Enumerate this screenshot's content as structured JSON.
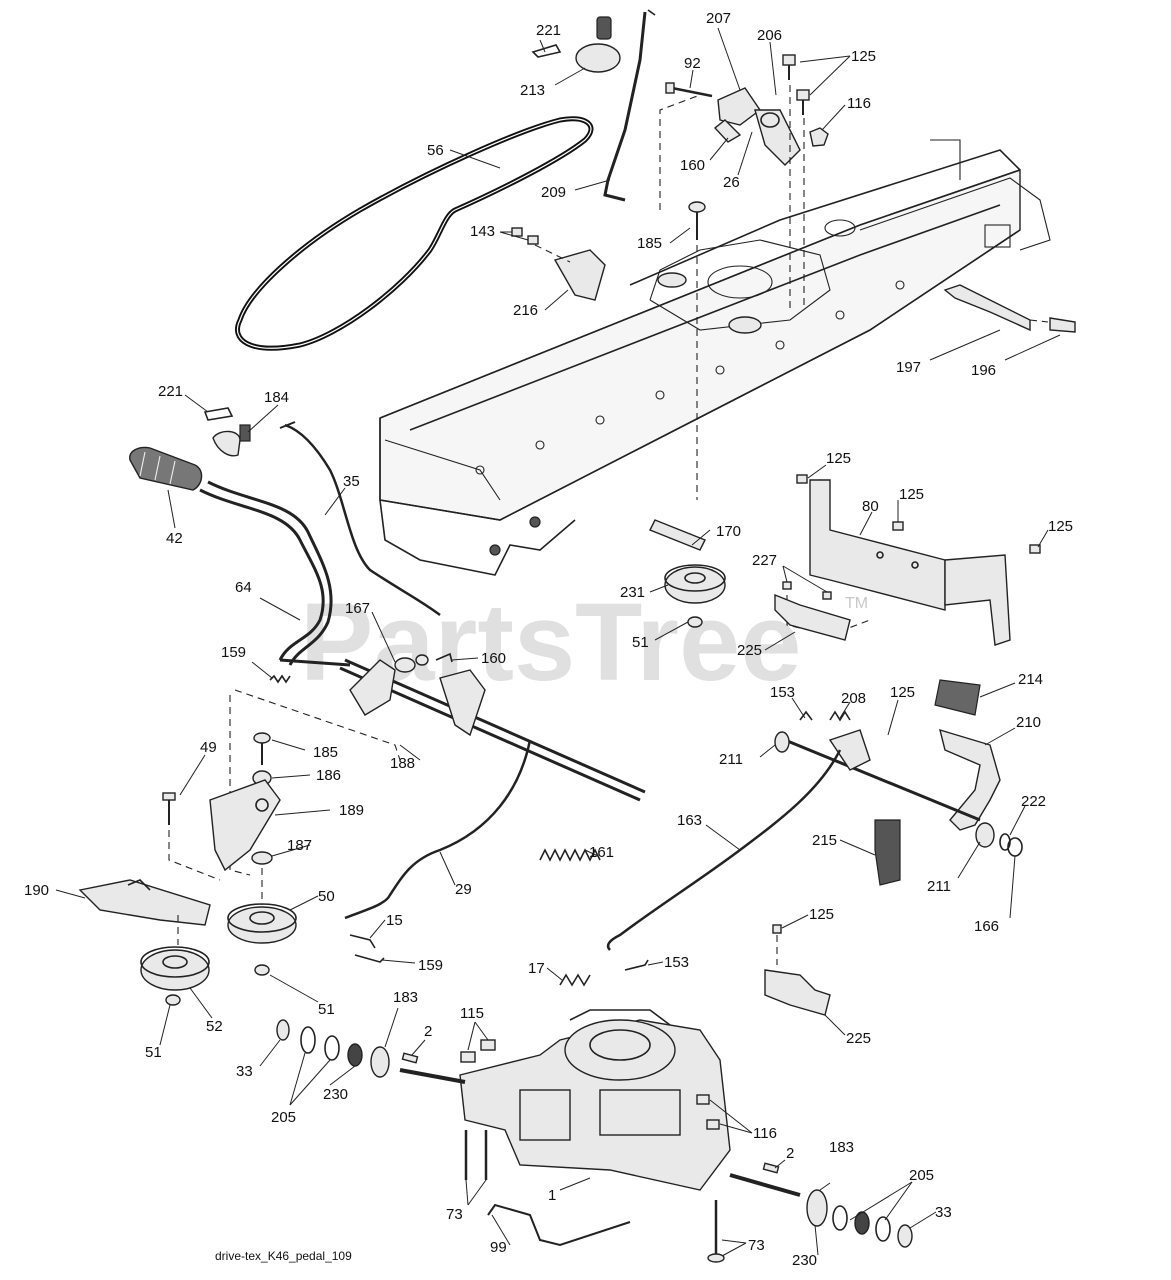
{
  "watermark": "PartsTree",
  "watermark_tm": "TM",
  "caption": "drive-tex_K46_pedal_109",
  "callouts": {
    "c221a": "221",
    "c213": "213",
    "c207": "207",
    "c206": "206",
    "c125a": "125",
    "c92": "92",
    "c116a": "116",
    "c160a": "160",
    "c26": "26",
    "c56": "56",
    "c209": "209",
    "c185a": "185",
    "c143": "143",
    "c216": "216",
    "c197": "197",
    "c196": "196",
    "c221b": "221",
    "c184": "184",
    "c35": "35",
    "c42": "42",
    "c125b": "125",
    "c125c": "125",
    "c80": "80",
    "c125d": "125",
    "c170": "170",
    "c227": "227",
    "c231": "231",
    "c51a": "51",
    "c225a": "225",
    "c64": "64",
    "c167": "167",
    "c160b": "160",
    "c159a": "159",
    "c214": "214",
    "c153a": "153",
    "c208": "208",
    "c125e": "125",
    "c210": "210",
    "c49": "49",
    "c185b": "185",
    "c186": "186",
    "c211a": "211",
    "c188": "188",
    "c189": "189",
    "c163": "163",
    "c222": "222",
    "c187": "187",
    "c161": "161",
    "c215": "215",
    "c29": "29",
    "c211b": "211",
    "c166": "166",
    "c190": "190",
    "c50": "50",
    "c15": "15",
    "c159b": "159",
    "c125f": "125",
    "c17": "17",
    "c153b": "153",
    "c51b": "51",
    "c183a": "183",
    "c115": "115",
    "c225b": "225",
    "c51c": "51",
    "c52": "52",
    "c2a": "2",
    "c33a": "33",
    "c230a": "230",
    "c205a": "205",
    "c116b": "116",
    "c2b": "2",
    "c183b": "183",
    "c1": "1",
    "c205b": "205",
    "c73a": "73",
    "c33b": "33",
    "c99": "99",
    "c73b": "73",
    "c230b": "230"
  }
}
